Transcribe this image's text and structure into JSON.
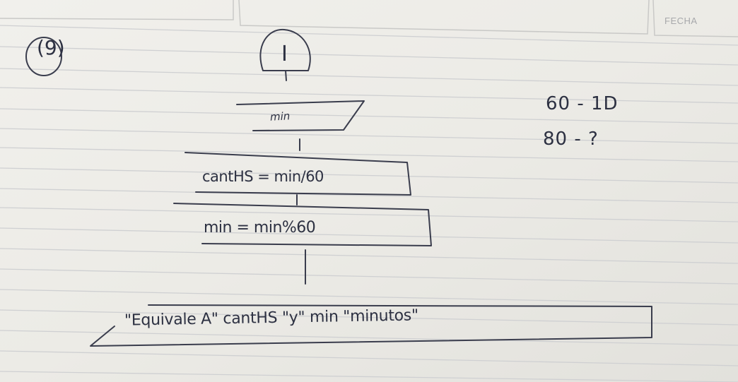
{
  "header": {
    "fecha_label": "FECHA"
  },
  "problem_number": "(9)",
  "flowchart": {
    "start_label": "I",
    "input_label": "min",
    "process_1": "cantHS = min/60",
    "process_2": "min = min%60",
    "output_label": "\"Equivale A\" cantHS \"y\" min \"minutos\""
  },
  "side_notes": [
    "60 - 1D",
    "80 - ?"
  ]
}
